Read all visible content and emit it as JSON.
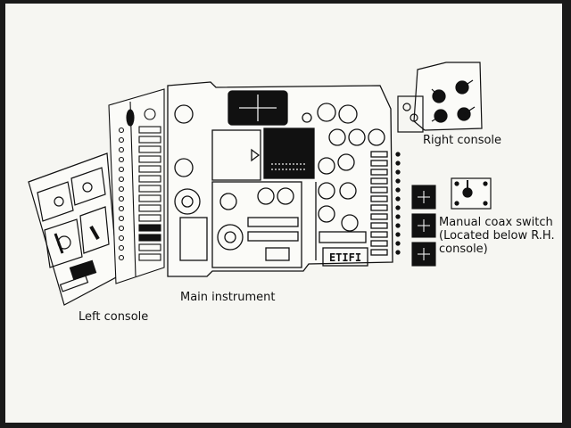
{
  "labels": {
    "left_console": "Left console",
    "main_instrument": "Main instrument",
    "right_console": "Right console",
    "coax_line1": "Manual coax switch",
    "coax_line2": "(Located below R.H.",
    "coax_line3": "console)"
  },
  "display_box": {
    "text": "ETIFI"
  },
  "colors": {
    "paper": "#f6f6f2",
    "ink": "#111111",
    "border": "#1a1a1a"
  }
}
